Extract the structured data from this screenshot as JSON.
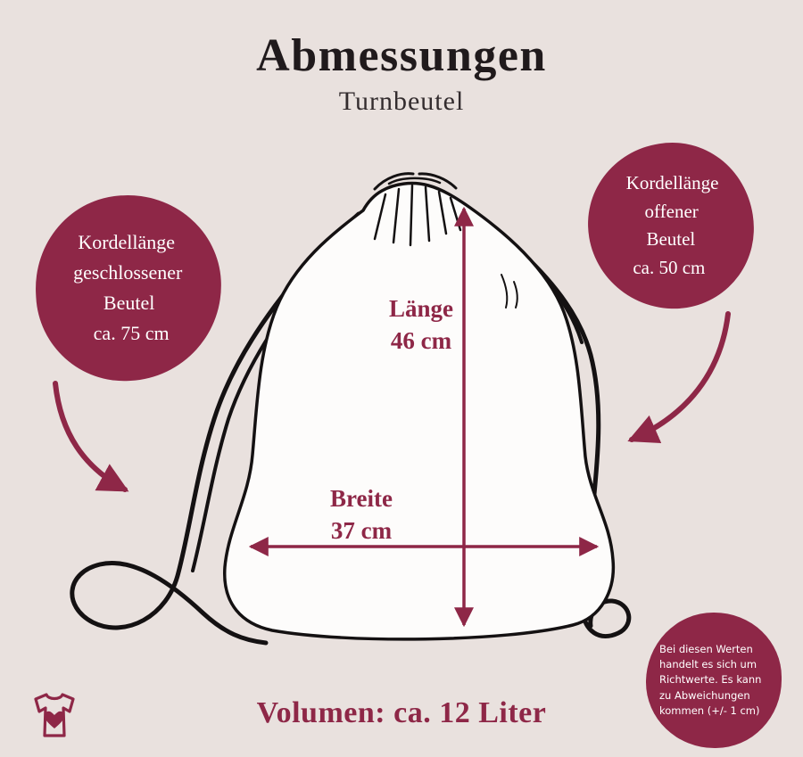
{
  "colors": {
    "background": "#e9e1de",
    "accent": "#8e2747",
    "ink": "#1c1718",
    "badge_text": "#ffffff"
  },
  "header": {
    "title": "Abmessungen",
    "subtitle": "Turnbeutel"
  },
  "badges": {
    "left": {
      "lines": [
        "Kordellänge",
        "geschlossener",
        "Beutel",
        "ca. 75 cm"
      ]
    },
    "right": {
      "lines": [
        "Kordellänge",
        "offener",
        "Beutel",
        "ca. 50 cm"
      ]
    },
    "note": {
      "lines": [
        "Bei diesen Werten",
        "handelt es sich um",
        "Richtwerte. Es kann",
        "zu Abweichungen",
        "kommen (+/- 1 cm)"
      ]
    }
  },
  "measurements": {
    "length": {
      "label": "Länge",
      "value": "46 cm"
    },
    "width": {
      "label": "Breite",
      "value": "37 cm"
    }
  },
  "footer": {
    "volume": "Volumen: ca. 12 Liter"
  },
  "icons": {
    "logo": "tshirt-heart-icon"
  }
}
